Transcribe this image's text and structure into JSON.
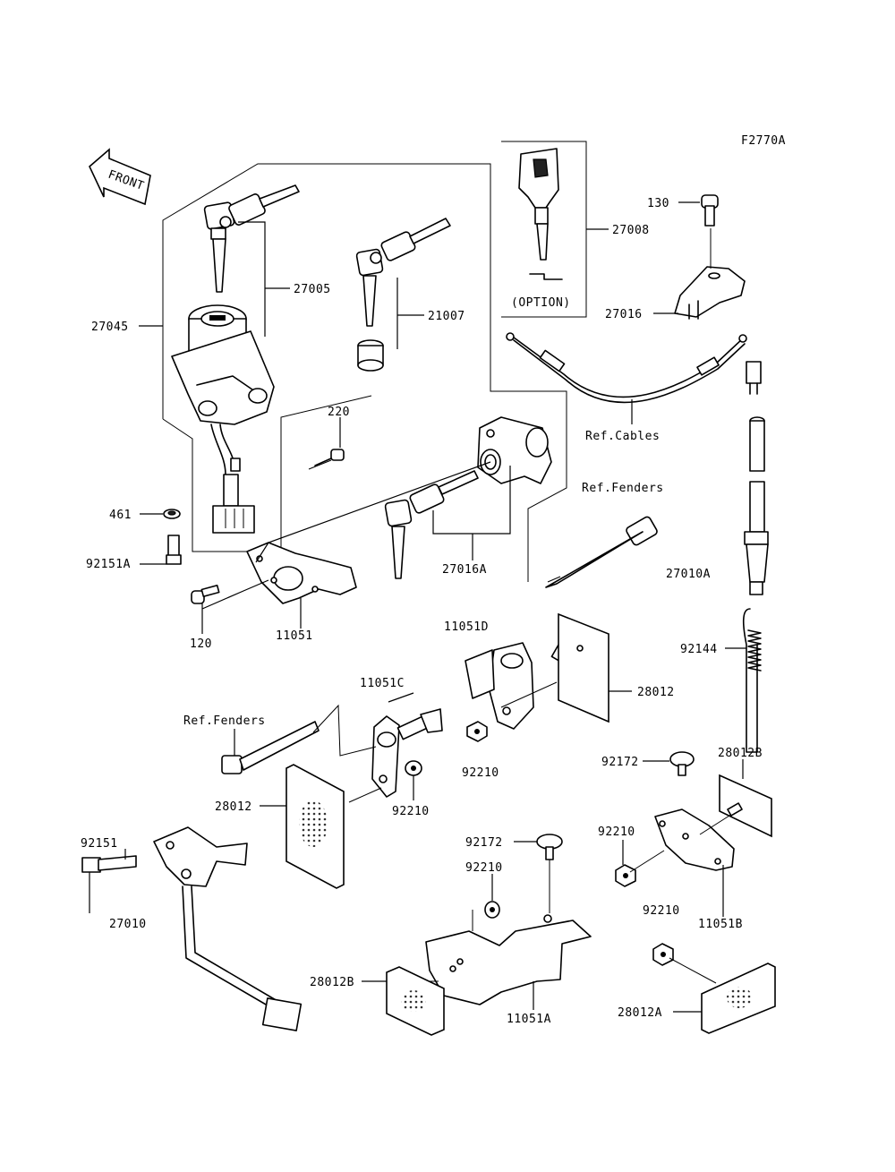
{
  "figure_code": "F2770A",
  "front_label": "FRONT",
  "option_label": "(OPTION)",
  "ref_cables": "Ref.Cables",
  "ref_fenders_1": "Ref.Fenders",
  "ref_fenders_2": "Ref.Fenders",
  "parts": {
    "p27008": "27008",
    "p130": "130",
    "p27016": "27016",
    "p27005": "27005",
    "p27045": "27045",
    "p21007": "21007",
    "p220": "220",
    "p461": "461",
    "p92151A": "92151A",
    "p120": "120",
    "p11051": "11051",
    "p27016A": "27016A",
    "p27010A": "27010A",
    "p11051D": "11051D",
    "p92144": "92144",
    "p28012_right": "28012",
    "p11051C": "11051C",
    "p92210_a": "92210",
    "p92172_a": "92172",
    "p28012B_a": "28012B",
    "p28012_left": "28012",
    "p92210_b": "92210",
    "p92151": "92151",
    "p92172_b": "92172",
    "p92210_c": "92210",
    "p92210_d": "92210",
    "p27010": "27010",
    "p92210_e": "92210",
    "p11051B": "11051B",
    "p28012B_b": "28012B",
    "p11051A": "11051A",
    "p28012A": "28012A"
  }
}
